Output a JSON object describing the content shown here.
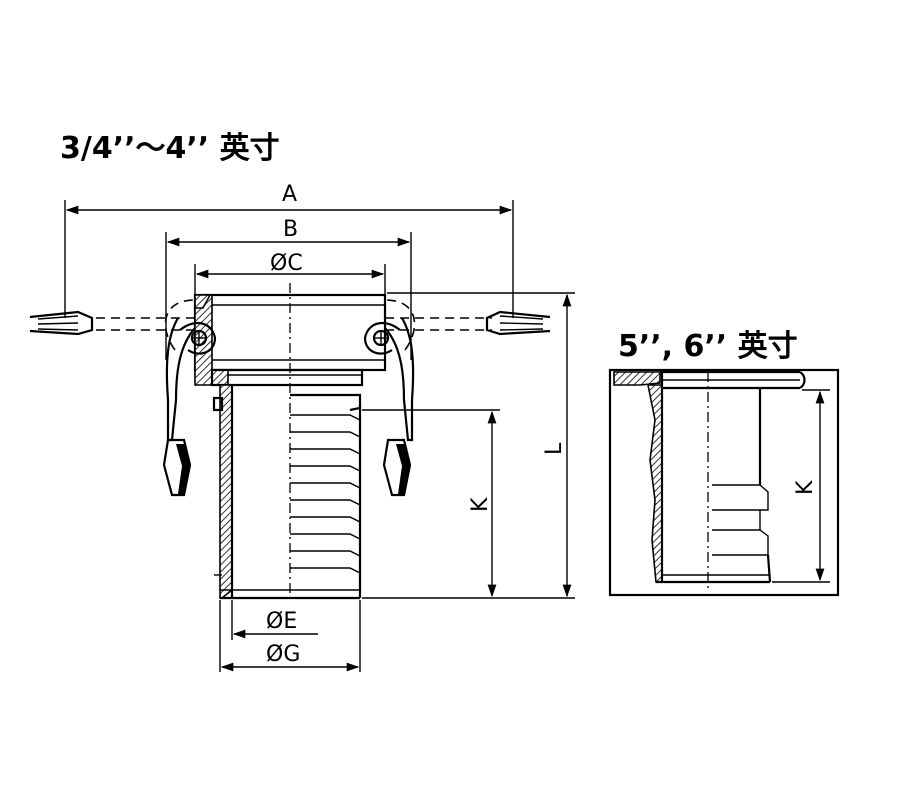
{
  "titles": {
    "main": "3/4’’～4’’ 英寸",
    "side": "5’’, 6’’ 英寸"
  },
  "dimensions": {
    "A": "A",
    "B": "B",
    "C": "ØC",
    "E": "ØE",
    "G": "ØG",
    "K_main": "K",
    "L": "L",
    "K_side": "K"
  }
}
